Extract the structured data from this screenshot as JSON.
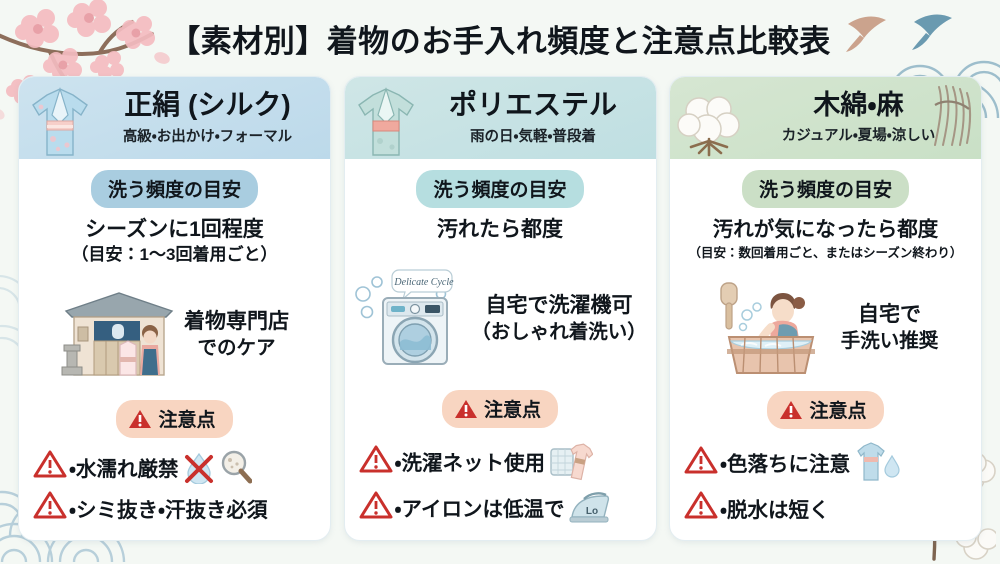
{
  "page": {
    "title": "【素材別】着物のお手入れ頻度と注意点比較表",
    "background_color": "#f4f8f4",
    "caution_badge_color": "#f8d5c1",
    "warning_red": "#c9302c"
  },
  "decorations": [
    {
      "name": "sakura-branch",
      "position": "top-left"
    },
    {
      "name": "swallow-birds",
      "position": "top-right"
    },
    {
      "name": "seigaiha-wave-pattern",
      "position": "top-right"
    },
    {
      "name": "seigaiha-wave-pattern",
      "position": "bottom-left"
    },
    {
      "name": "cotton-plant",
      "position": "bottom-right"
    }
  ],
  "columns": [
    {
      "id": "silk",
      "header": {
        "title": "正絹 (シルク)",
        "subtitle": "高級・お出かけ・フォーマル",
        "icon": "kimono-blue-icon",
        "band_color": "#c3dcec"
      },
      "frequency": {
        "badge": "洗う頻度の目安",
        "badge_color": "#a9cde0",
        "main": "シーズンに1回程度",
        "note": "（目安：1〜3回着用ごと）"
      },
      "care": {
        "icon": "kimono-shop-icon",
        "line1": "着物専門店",
        "line2": "でのケア"
      },
      "caution": {
        "badge": "注意点",
        "items": [
          {
            "text": "・水濡れ厳禁",
            "icons": [
              "no-water-drop-icon",
              "magnifier-stain-icon"
            ]
          },
          {
            "text": "・シミ抜き・汗抜き必須",
            "icons": []
          }
        ]
      }
    },
    {
      "id": "poly",
      "header": {
        "title": "ポリエステル",
        "subtitle": "雨の日・気軽・普段着",
        "icon": "kimono-teal-icon",
        "band_color": "#c5e1e2"
      },
      "frequency": {
        "badge": "洗う頻度の目安",
        "badge_color": "#b6dee0",
        "main": "汚れたら都度",
        "note": ""
      },
      "care": {
        "icon": "washing-machine-icon",
        "icon_label": "Delicate Cycle",
        "line1": "自宅で洗濯機可",
        "line2": "（おしゃれ着洗い）"
      },
      "caution": {
        "badge": "注意点",
        "items": [
          {
            "text": "・洗濯ネット使用",
            "icons": [
              "laundry-net-kimono-icon"
            ]
          },
          {
            "text": "・アイロンは低温で",
            "icons": [
              "iron-low-icon"
            ],
            "icon_label": "Lo"
          }
        ]
      }
    },
    {
      "id": "cotton",
      "header": {
        "title": "木綿・麻",
        "subtitle": "カジュアル・夏場・涼しい",
        "icon": "cotton-boll-icon",
        "icon2": "hemp-fiber-icon",
        "band_color": "#d0e3cc"
      },
      "frequency": {
        "badge": "洗う頻度の目安",
        "badge_color": "#cbdfc6",
        "main": "汚れが気になったら都度",
        "note": "（目安：数回着用ごと、またはシーズン終わり）"
      },
      "care": {
        "icon": "hand-wash-tub-icon",
        "line1": "自宅で",
        "line2": "手洗い推奨"
      },
      "caution": {
        "badge": "注意点",
        "items": [
          {
            "text": "・色落ちに注意",
            "icons": [
              "kimono-water-drop-icon"
            ]
          },
          {
            "text": "・脱水は短く",
            "icons": []
          }
        ]
      }
    }
  ]
}
